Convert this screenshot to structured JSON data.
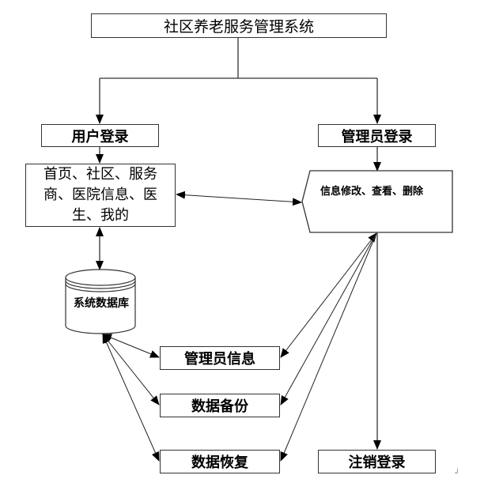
{
  "diagram": {
    "title": "社区养老服务管理系统",
    "nodes": {
      "user_login": "用户登录",
      "admin_login": "管理员登录",
      "user_pages": "首页、社区、服务商、医院信息、医生、我的",
      "admin_operations": "信息修改、查看、删除",
      "database": "系统数据库",
      "admin_info": "管理员信息",
      "data_backup": "数据备份",
      "data_restore": "数据恢复",
      "logout": "注销登录"
    },
    "edges": [
      {
        "from": "title",
        "to": "user_login",
        "type": "arrow"
      },
      {
        "from": "title",
        "to": "admin_login",
        "type": "arrow"
      },
      {
        "from": "user_login",
        "to": "user_pages",
        "type": "arrow"
      },
      {
        "from": "admin_login",
        "to": "admin_operations",
        "type": "arrow"
      },
      {
        "from": "user_pages",
        "to": "admin_operations",
        "type": "bidirectional"
      },
      {
        "from": "user_pages",
        "to": "database",
        "type": "bidirectional"
      },
      {
        "from": "database",
        "to": "admin_info",
        "type": "bidirectional"
      },
      {
        "from": "database",
        "to": "data_backup",
        "type": "bidirectional"
      },
      {
        "from": "database",
        "to": "data_restore",
        "type": "bidirectional"
      },
      {
        "from": "admin_operations",
        "to": "admin_info",
        "type": "bidirectional"
      },
      {
        "from": "admin_operations",
        "to": "data_backup",
        "type": "bidirectional"
      },
      {
        "from": "admin_operations",
        "to": "data_restore",
        "type": "bidirectional"
      },
      {
        "from": "admin_operations",
        "to": "logout",
        "type": "arrow"
      }
    ],
    "paragraph_mark": "↲"
  }
}
